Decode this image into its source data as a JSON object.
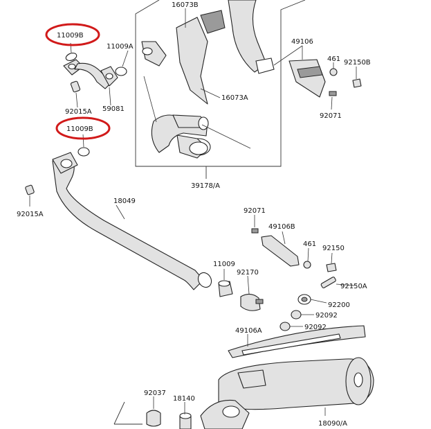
{
  "diagram": {
    "labels": {
      "p16073B": "16073B",
      "p11009B_top": "11009B",
      "p11009A": "11009A",
      "p49106": "49106",
      "p461_top": "461",
      "p92150B": "92150B",
      "p16073A": "16073A",
      "p92015A_top": "92015A",
      "p59081": "59081",
      "p92071_top": "92071",
      "p11009B_mid": "11009B",
      "p39178A": "39178/A",
      "p92015A_left": "92015A",
      "p18049": "18049",
      "p92071_mid": "92071",
      "p49106B": "49106B",
      "p461_mid": "461",
      "p92150": "92150",
      "p11009": "11009",
      "p92170": "92170",
      "p92150A": "92150A",
      "p92200": "92200",
      "p92092_a": "92092",
      "p92092_b": "92092",
      "p49106A": "49106A",
      "p92037": "92037",
      "p18140": "18140",
      "p18090A": "18090/A"
    },
    "highlight_color": "#d11a1a"
  }
}
